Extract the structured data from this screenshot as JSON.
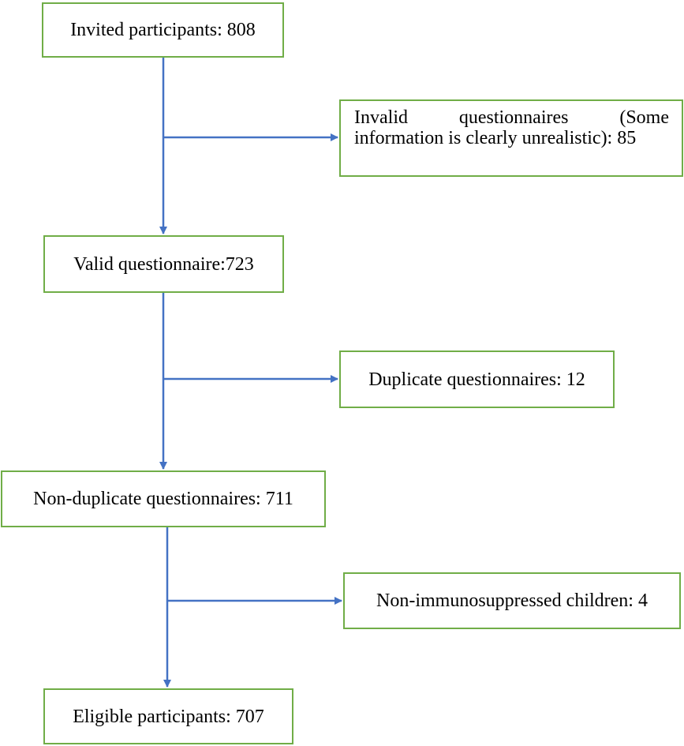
{
  "diagram": {
    "line_color": "#4472c4",
    "box_border_color": "#70ad47",
    "nodes": {
      "invited": "Invited participants: 808",
      "invalid": "Invalid questionnaires (Some information is clearly unrealistic): 85",
      "valid": "Valid questionnaire:723",
      "duplicate": "Duplicate questionnaires: 12",
      "non_duplicate": "Non-duplicate questionnaires: 711",
      "non_immuno": "Non-immunosuppressed children: 4",
      "eligible": "Eligible participants: 707"
    }
  }
}
